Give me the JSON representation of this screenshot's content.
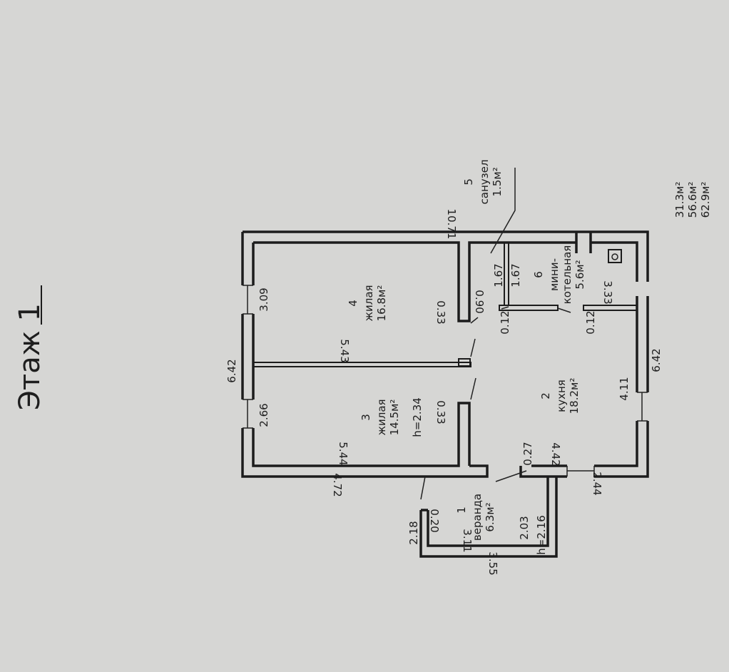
{
  "floor_title": "Этаж 1",
  "rooms": [
    {
      "number": "1",
      "name": "веранда",
      "area": "6.3м²",
      "height": "h=2.16"
    },
    {
      "number": "2",
      "name": "кухня",
      "area": "18.2м²"
    },
    {
      "number": "3",
      "name": "жилая",
      "area": "14.5м²",
      "height": "h=2.34"
    },
    {
      "number": "4",
      "name": "жилая",
      "area": "16.8м²"
    },
    {
      "number": "5",
      "name": "санузел",
      "area": "1.5м²"
    },
    {
      "number": "6",
      "name_line1": "мини-",
      "name_line2": "котельная",
      "area": "5.6м²"
    }
  ],
  "dimensions": {
    "top_total": "10.71",
    "left_total": "6.42",
    "right_total": "6.42",
    "room4_width": "3.09",
    "room3_width": "2.66",
    "room4_length": "5.43",
    "room3_length": "5.44",
    "house_bottom_left": "4.72",
    "wall_033_a": "0.33",
    "wall_033_b": "0.33",
    "door_090": "0.90",
    "san_167_a": "1.67",
    "san_167_b": "1.67",
    "boiler_333": "3.33",
    "wall_012_a": "0.12",
    "wall_012_b": "0.12",
    "kitchen_width": "4.11",
    "kitchen_length": "4.42",
    "wall_027": "0.27",
    "bottom_244": "2.44",
    "veranda_203": "2.03",
    "veranda_311": "3.11",
    "veranda_020": "0.20",
    "veranda_218": "2.18",
    "veranda_355": "3.55"
  },
  "totals": [
    "31.3м²",
    "56.6м²",
    "62.9м²"
  ]
}
